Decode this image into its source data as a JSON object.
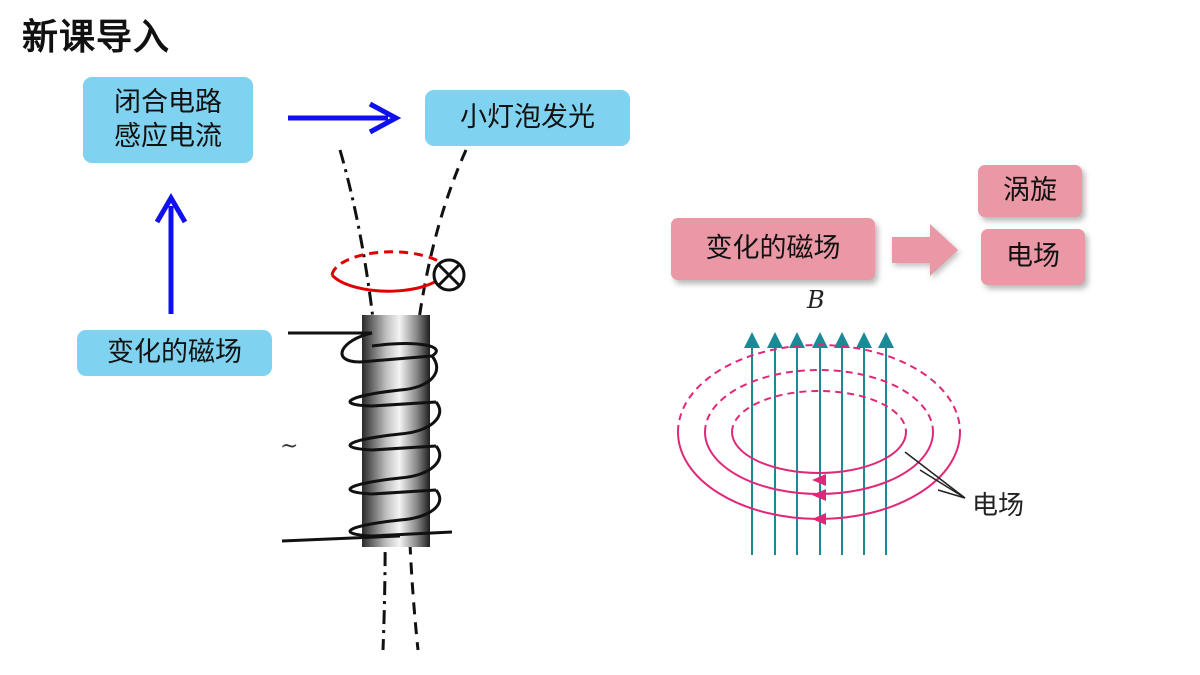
{
  "title": "新课导入",
  "left_diagram": {
    "box_closed_circuit": "闭合电路\n感应电流",
    "box_bulb": "小灯泡发光",
    "box_changing_field": "变化的磁场",
    "ac_symbol": "~"
  },
  "right_diagram": {
    "box_changing_field": "变化的磁场",
    "box_eddy": "涡旋",
    "box_field": "电场",
    "b_label": "B",
    "electric_field_label": "电场"
  },
  "colors": {
    "blue_box": "#7fd3f0",
    "pink_box": "#ea98a6",
    "arrow_blue": "#1010ee",
    "ring_red": "#e00000",
    "field_magenta": "#e0287a",
    "field_lines_teal": "#1a8a96"
  }
}
